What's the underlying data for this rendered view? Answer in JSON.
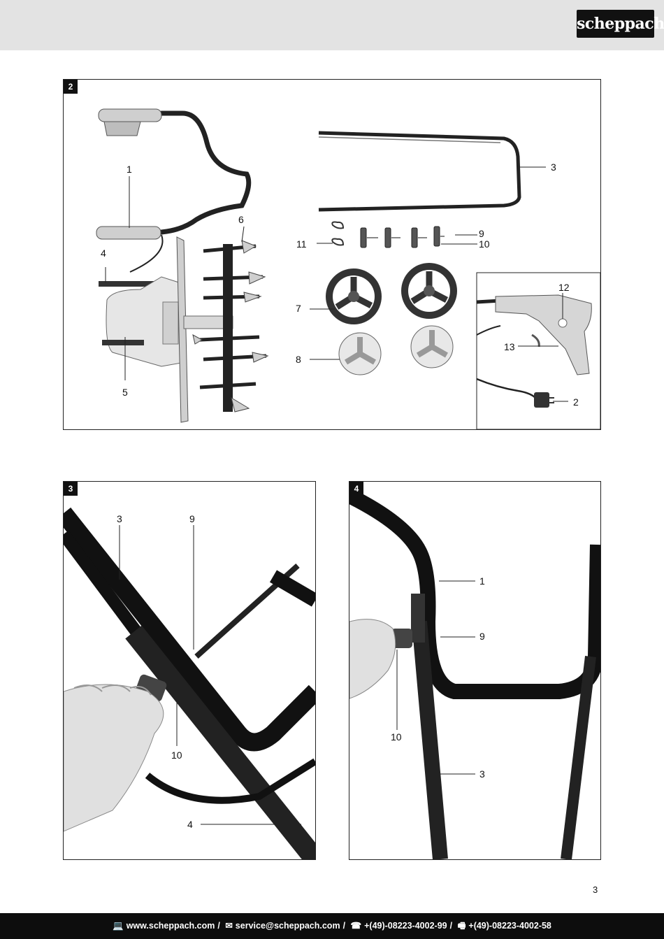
{
  "brand": {
    "name": "scheppach"
  },
  "page": {
    "number": "3"
  },
  "figures": [
    {
      "number": "2",
      "callouts": [
        "1",
        "2",
        "3",
        "4",
        "5",
        "6",
        "7",
        "8",
        "9",
        "10",
        "11",
        "12",
        "13"
      ]
    },
    {
      "number": "3",
      "callouts": [
        "3",
        "9",
        "10",
        "4"
      ]
    },
    {
      "number": "4",
      "callouts": [
        "1",
        "9",
        "10",
        "3"
      ]
    }
  ],
  "footer": {
    "web_icon": "computer-icon",
    "web": "www.scheppach.com",
    "mail_icon": "envelope-icon",
    "email": "service@scheppach.com",
    "phone_icon": "telephone-icon",
    "phone": "+(49)-08223-4002-99",
    "fax_icon": "fax-icon",
    "fax": "+(49)-08223-4002-58",
    "separator": "/"
  }
}
